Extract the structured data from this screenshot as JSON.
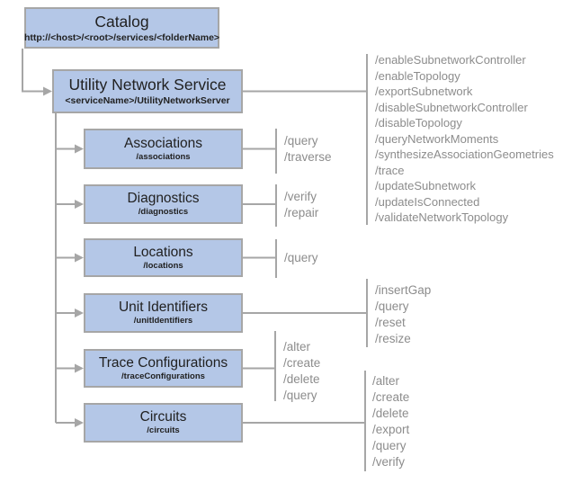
{
  "diagram": {
    "catalog": {
      "title": "Catalog",
      "subtitle": "http://<host>/<root>/services/<folderName>"
    },
    "service": {
      "title": "Utility Network Service",
      "subtitle": "<serviceName>/UtilityNetworkServer",
      "operations": [
        "/enableSubnetworkController",
        "/enableTopology",
        "/exportSubnetwork",
        "/disableSubnetworkController",
        "/disableTopology",
        "/queryNetworkMoments",
        "/synthesizeAssociationGeometries",
        "/trace",
        "/updateSubnetwork",
        "/updateIsConnected",
        "/validateNetworkTopology"
      ]
    },
    "resources": [
      {
        "title": "Associations",
        "subtitle": "/associations",
        "operations": [
          "/query",
          "/traverse"
        ]
      },
      {
        "title": "Diagnostics",
        "subtitle": "/diagnostics",
        "operations": [
          "/verify",
          "/repair"
        ]
      },
      {
        "title": "Locations",
        "subtitle": "/locations",
        "operations": [
          "/query"
        ]
      },
      {
        "title": "Unit Identifiers",
        "subtitle": "/unitIdentifiers",
        "operations": [
          "/insertGap",
          "/query",
          "/reset",
          "/resize"
        ]
      },
      {
        "title": "Trace Configurations",
        "subtitle": "/traceConfigurations",
        "operations": [
          "/alter",
          "/create",
          "/delete",
          "/query"
        ]
      },
      {
        "title": "Circuits",
        "subtitle": "/circuits",
        "operations": [
          "/alter",
          "/create",
          "/delete",
          "/export",
          "/query",
          "/verify"
        ]
      }
    ],
    "colors": {
      "box_fill": "#b4c7e7",
      "box_border": "#a6a6a6",
      "connector": "#a6a6a6",
      "operation_text": "#8c8c8c",
      "title_text": "#212121"
    }
  }
}
